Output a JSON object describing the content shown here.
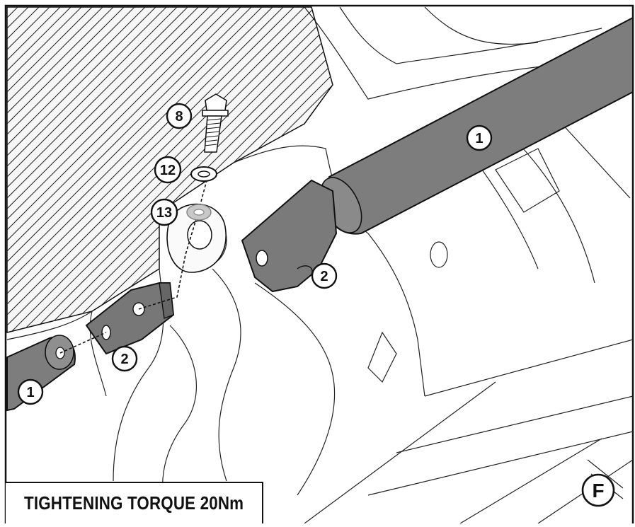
{
  "diagram": {
    "torque_note": "TIGHTENING TORQUE 20Nm",
    "callouts": [
      {
        "id": "bar-right",
        "label": "1"
      },
      {
        "id": "bar-left",
        "label": "1"
      },
      {
        "id": "bracket-right",
        "label": "2"
      },
      {
        "id": "bracket-left",
        "label": "2"
      },
      {
        "id": "screw",
        "label": "8"
      },
      {
        "id": "washer",
        "label": "12"
      },
      {
        "id": "spacer",
        "label": "13"
      },
      {
        "id": "step",
        "label": "F"
      }
    ],
    "colors": {
      "line": "#111111",
      "part_fill": "#7d7d7d",
      "part_fill_light": "#9a9a9a",
      "background": "#ffffff",
      "ghost_fill": "#f4f4f4"
    }
  }
}
